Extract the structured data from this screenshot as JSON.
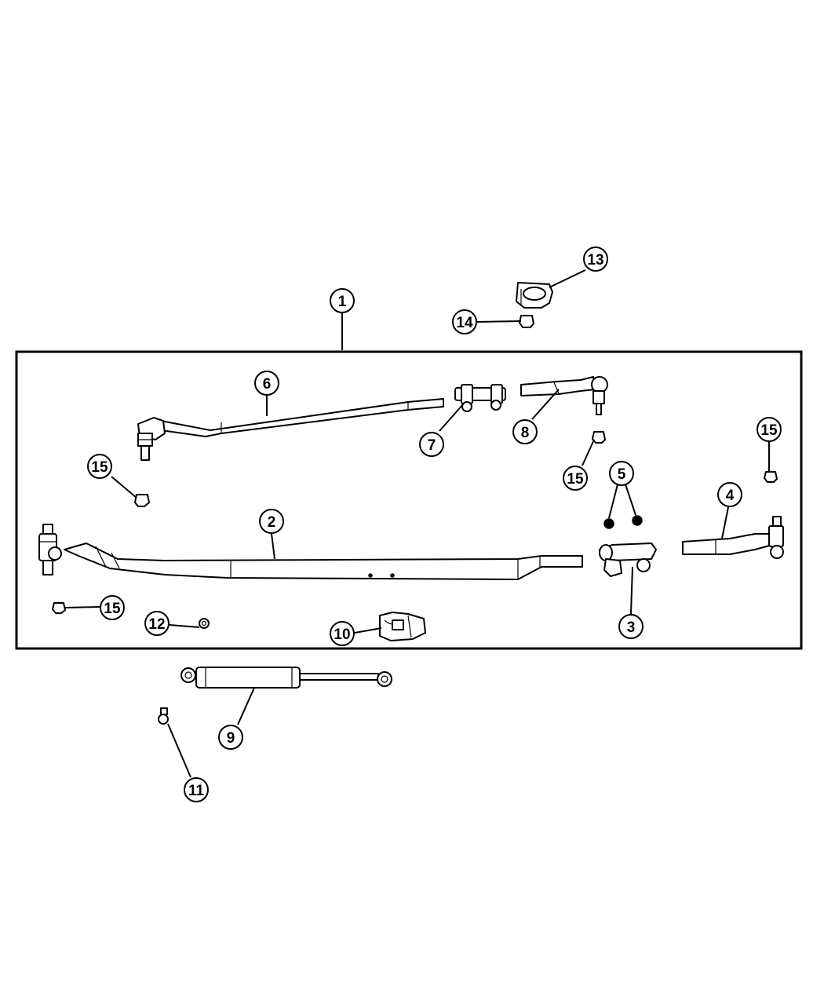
{
  "diagram": {
    "callouts": [
      {
        "id": "c1",
        "label": "1"
      },
      {
        "id": "c2",
        "label": "2"
      },
      {
        "id": "c3",
        "label": "3"
      },
      {
        "id": "c4",
        "label": "4"
      },
      {
        "id": "c5",
        "label": "5"
      },
      {
        "id": "c6",
        "label": "6"
      },
      {
        "id": "c7",
        "label": "7"
      },
      {
        "id": "c8",
        "label": "8"
      },
      {
        "id": "c9",
        "label": "9"
      },
      {
        "id": "c10",
        "label": "10"
      },
      {
        "id": "c11",
        "label": "11"
      },
      {
        "id": "c12",
        "label": "12"
      },
      {
        "id": "c13",
        "label": "13"
      },
      {
        "id": "c14",
        "label": "14"
      },
      {
        "id": "c15a",
        "label": "15"
      },
      {
        "id": "c15b",
        "label": "15"
      },
      {
        "id": "c15c",
        "label": "15"
      },
      {
        "id": "c15d",
        "label": "15"
      }
    ]
  }
}
